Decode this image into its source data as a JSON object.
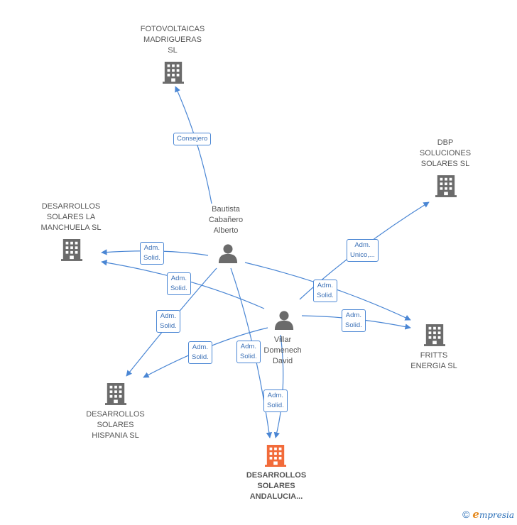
{
  "colors": {
    "edge": "#4a86d4",
    "building": "#6b6b6b",
    "building_focus": "#f26b3a",
    "person": "#6b6b6b"
  },
  "nodes": {
    "fotovoltaicas": {
      "label": "FOTOVOLTAICAS\nMADRIGUERAS\nSL",
      "icon": "building-icon"
    },
    "dbp": {
      "label": "DBP\nSOLUCIONES\nSOLARES  SL",
      "icon": "building-icon"
    },
    "manchuela": {
      "label": "DESARROLLOS\nSOLARES LA\nMANCHUELA  SL",
      "icon": "building-icon"
    },
    "fritts": {
      "label": "FRITTS\nENERGIA  SL",
      "icon": "building-icon"
    },
    "hispania": {
      "label": "DESARROLLOS\nSOLARES\nHISPANIA  SL",
      "icon": "building-icon"
    },
    "andalucia": {
      "label": "DESARROLLOS\nSOLARES\nANDALUCIA...",
      "icon": "building-icon"
    },
    "bautista": {
      "label": "Bautista\nCabañero\nAlberto",
      "icon": "person-icon"
    },
    "villar": {
      "label": "Villar\nDomenech\nDavid",
      "icon": "person-icon"
    }
  },
  "edges": {
    "consejero": "Consejero",
    "adm_unico": "Adm.\nUnico,...",
    "adm_solid_1": "Adm.\nSolid.",
    "adm_solid_2": "Adm.\nSolid.",
    "adm_solid_3": "Adm.\nSolid.",
    "adm_solid_4": "Adm.\nSolid.",
    "adm_solid_5": "Adm.\nSolid.",
    "adm_solid_6": "Adm.\nSolid.",
    "adm_solid_7": "Adm.\nSolid.",
    "adm_solid_8": "Adm.\nSolid."
  },
  "footer": {
    "copyright": "©",
    "brand_initial": "e",
    "brand_rest": "mpresia"
  }
}
